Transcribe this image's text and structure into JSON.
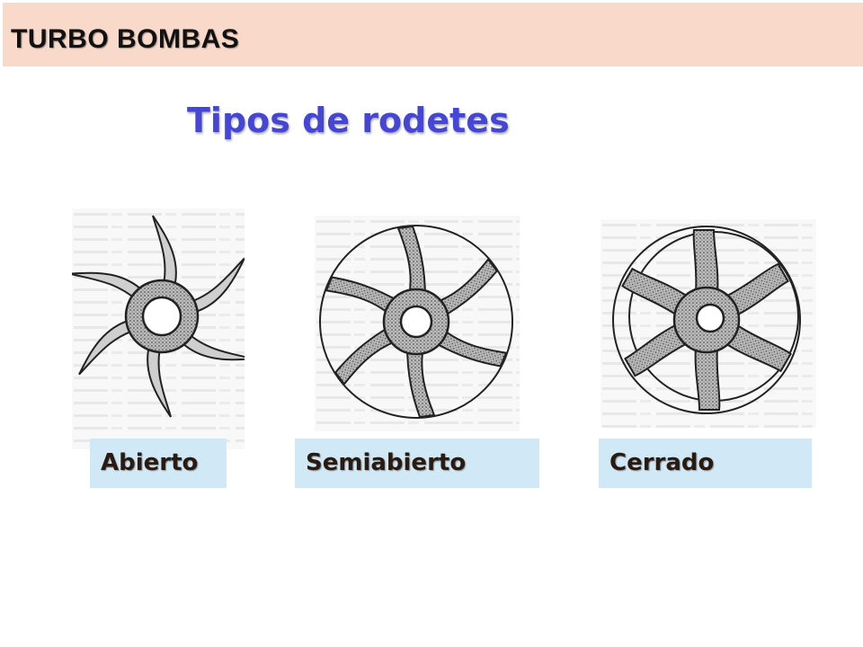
{
  "header": {
    "title": "TURBO BOMBAS"
  },
  "slide": {
    "title": "Tipos de rodetes"
  },
  "impellers": [
    {
      "label": "Abierto",
      "icon": "open-impeller-icon"
    },
    {
      "label": "Semiabierto",
      "icon": "semi-open-impeller-icon"
    },
    {
      "label": "Cerrado",
      "icon": "closed-impeller-icon"
    }
  ],
  "colors": {
    "header_bg": "#f9d9c9",
    "title_color": "#4646d6",
    "label_bg": "#d1e8f7"
  }
}
